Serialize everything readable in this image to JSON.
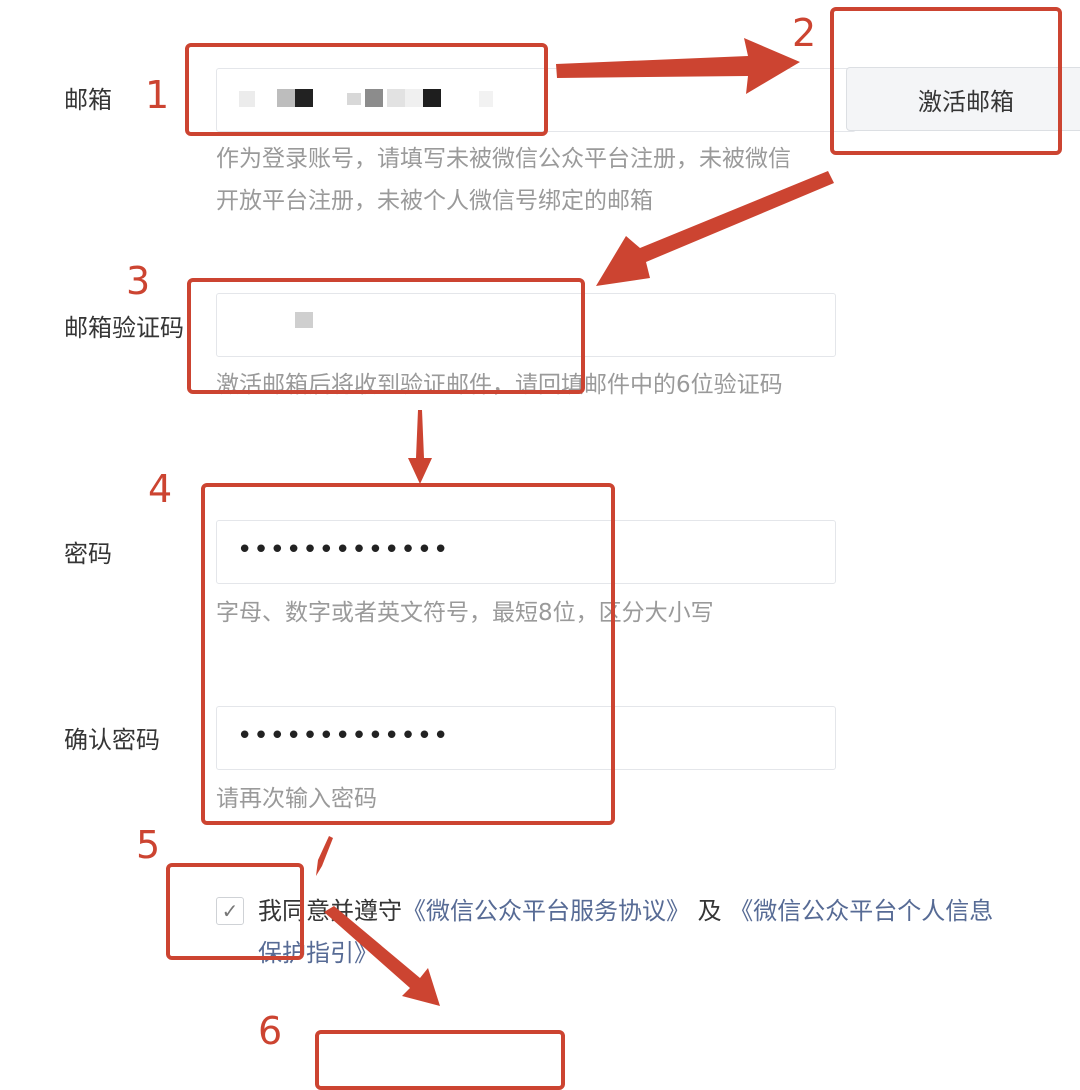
{
  "form": {
    "email": {
      "label": "邮箱",
      "activate_button": "激活邮箱",
      "hint": "作为登录账号，请填写未被微信公众平台注册，未被微信开放平台注册，未被个人微信号绑定的邮箱"
    },
    "verify_code": {
      "label": "邮箱验证码",
      "hint": "激活邮箱后将收到验证邮件，请回填邮件中的6位验证码"
    },
    "password": {
      "label": "密码",
      "value": "•••••••••••••",
      "hint": "字母、数字或者英文符号，最短8位，区分大小写"
    },
    "confirm_password": {
      "label": "确认密码",
      "value": "•••••••••••••",
      "hint": "请再次输入密码"
    },
    "agreement": {
      "checked": true,
      "check_glyph": "✓",
      "prefix": "我同意并遵守",
      "link1": "《微信公众平台服务协议》",
      "conj": " 及 ",
      "link2": "《微信公众平台个人信息保护指引》"
    }
  },
  "annotations": {
    "color": "#cc4431",
    "steps": [
      "1",
      "2",
      "3",
      "4",
      "5",
      "6"
    ]
  }
}
